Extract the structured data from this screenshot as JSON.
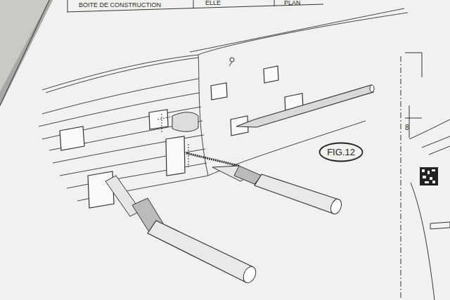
{
  "diagram": {
    "nodes": [
      {
        "text": [
          "FIG.12"
        ]
      }
    ],
    "labels": [
      "BOITE DE CONSTRUCTION",
      "ELLE",
      "PLAN",
      "8"
    ]
  }
}
